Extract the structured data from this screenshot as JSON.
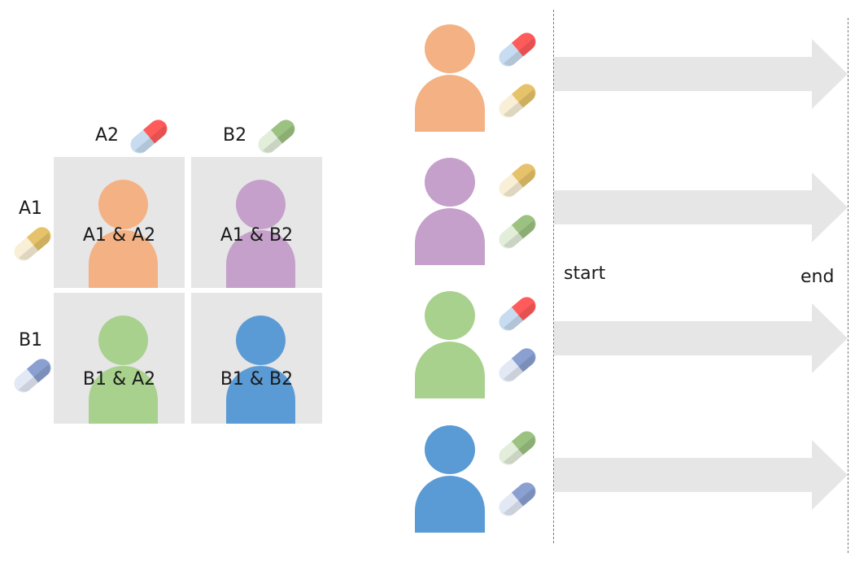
{
  "colors": {
    "orange": "#f4b183",
    "purple": "#c5a0cb",
    "green": "#a9d18e",
    "blue": "#5b9bd5",
    "cell_bg": "#e6e6e6",
    "arrow": "#e6e6e6"
  },
  "pills": {
    "A1": {
      "cap": "#e6c26a",
      "base": "#f8efd6",
      "icon": "pill-icon-yellow"
    },
    "B1": {
      "cap": "#8aa0d0",
      "base": "#e2e8f4",
      "icon": "pill-icon-blue"
    },
    "A2": {
      "cap": "#ff5b5b",
      "base": "#c7dcf0",
      "icon": "pill-icon-red"
    },
    "B2": {
      "cap": "#9cc282",
      "base": "#e2edda",
      "icon": "pill-icon-green"
    }
  },
  "grid": {
    "col_labels": [
      "A2",
      "B2"
    ],
    "row_labels": [
      "A1",
      "B1"
    ],
    "cells": [
      {
        "label": "A1 & A2",
        "color": "orange"
      },
      {
        "label": "A1 & B2",
        "color": "purple"
      },
      {
        "label": "B1 & A2",
        "color": "green"
      },
      {
        "label": "B1 & B2",
        "color": "blue"
      }
    ]
  },
  "timeline": {
    "start_label": "start",
    "end_label": "end",
    "rows": [
      {
        "color": "orange",
        "pills": [
          "A2",
          "A1"
        ]
      },
      {
        "color": "purple",
        "pills": [
          "A1",
          "B2"
        ]
      },
      {
        "color": "green",
        "pills": [
          "A2",
          "B1"
        ]
      },
      {
        "color": "blue",
        "pills": [
          "B2",
          "B1"
        ]
      }
    ]
  }
}
